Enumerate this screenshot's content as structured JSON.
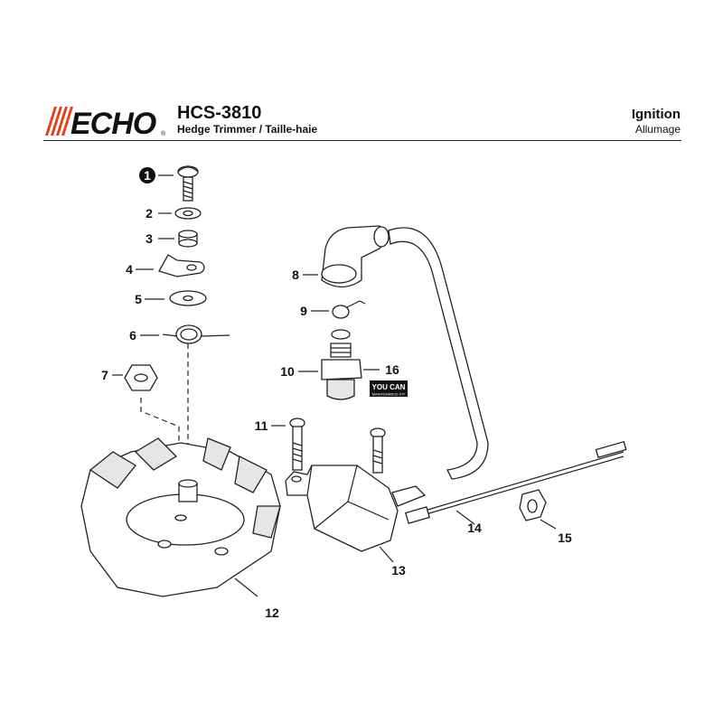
{
  "header": {
    "brand": "ECHO",
    "brand_mark": "®",
    "model": "HCS-3810",
    "subtitle": "Hedge Trimmer / Taille-haie",
    "section_en": "Ignition",
    "section_fr": "Allumage"
  },
  "callouts": [
    {
      "id": 1,
      "label": "1",
      "highlighted": true
    },
    {
      "id": 2,
      "label": "2"
    },
    {
      "id": 3,
      "label": "3"
    },
    {
      "id": 4,
      "label": "4"
    },
    {
      "id": 5,
      "label": "5"
    },
    {
      "id": 6,
      "label": "6"
    },
    {
      "id": 7,
      "label": "7"
    },
    {
      "id": 8,
      "label": "8"
    },
    {
      "id": 9,
      "label": "9"
    },
    {
      "id": 10,
      "label": "10"
    },
    {
      "id": 11,
      "label": "11"
    },
    {
      "id": 12,
      "label": "12"
    },
    {
      "id": 13,
      "label": "13"
    },
    {
      "id": 14,
      "label": "14"
    },
    {
      "id": 15,
      "label": "15"
    },
    {
      "id": 16,
      "label": "16"
    }
  ],
  "kit_badge": {
    "line1": "YOU CAN",
    "line2": "MAINTENANCE KIT"
  },
  "colors": {
    "ink": "#111111",
    "logo_red": "#e2401c",
    "callout_fill": "#111111"
  }
}
